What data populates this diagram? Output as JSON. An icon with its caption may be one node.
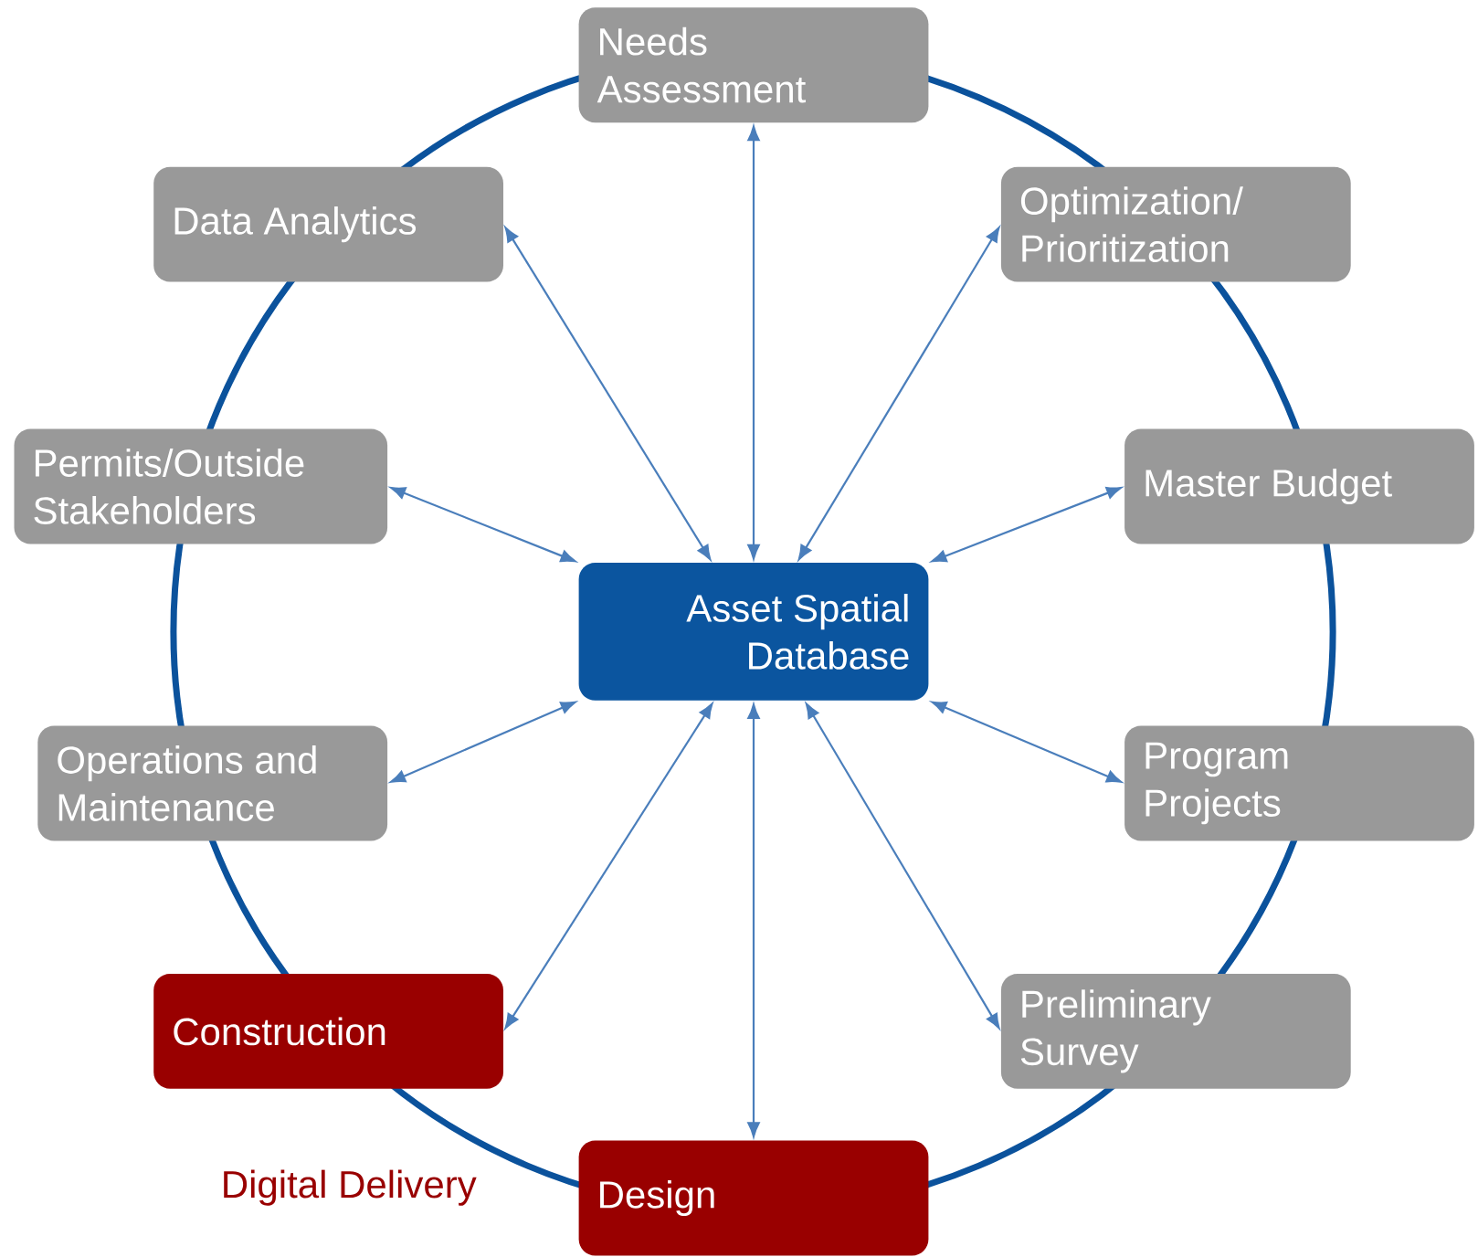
{
  "diagram": {
    "nodes": [
      {
        "text": [
          "Needs Assessment"
        ]
      },
      {
        "text": [
          "Data Analytics"
        ]
      },
      {
        "text": [
          "Optimization/ Prioritization"
        ]
      },
      {
        "text": [
          "Permits/Outside Stakeholders"
        ]
      },
      {
        "text": [
          "Master Budget"
        ]
      },
      {
        "text": [
          "Asset Spatial Database"
        ]
      },
      {
        "text": [
          "Operations and Maintenance"
        ]
      },
      {
        "text": [
          "Program Projects"
        ]
      },
      {
        "text": [
          "Construction"
        ]
      },
      {
        "text": [
          "Preliminary Survey"
        ]
      },
      {
        "text": [
          "Design"
        ]
      }
    ],
    "edges": [
      {
        "from": 5,
        "to": 0,
        "arrow": "both"
      },
      {
        "from": 5,
        "to": 1,
        "arrow": "both"
      },
      {
        "from": 5,
        "to": 2,
        "arrow": "both"
      },
      {
        "from": 5,
        "to": 3,
        "arrow": "both"
      },
      {
        "from": 5,
        "to": 4,
        "arrow": "both"
      },
      {
        "from": 5,
        "to": 6,
        "arrow": "both"
      },
      {
        "from": 5,
        "to": 7,
        "arrow": "both"
      },
      {
        "from": 5,
        "to": 8,
        "arrow": "both"
      },
      {
        "from": 5,
        "to": 9,
        "arrow": "both"
      },
      {
        "from": 5,
        "to": 10,
        "arrow": "both"
      }
    ],
    "labels": [
      "Digital Delivery"
    ]
  }
}
